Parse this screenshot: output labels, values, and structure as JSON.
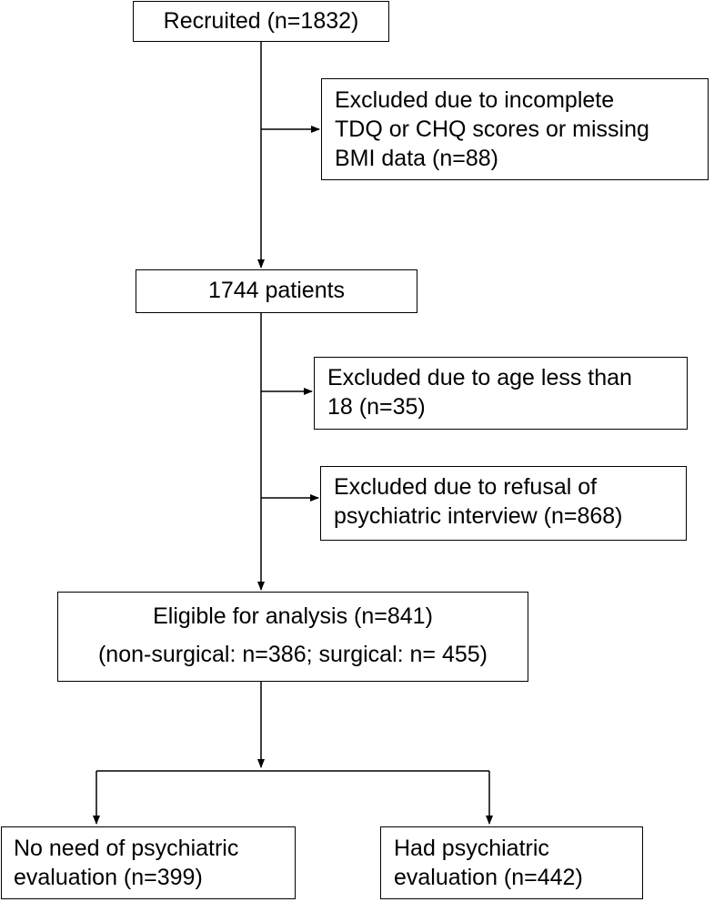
{
  "flowchart": {
    "recruited": "Recruited (n=1832)",
    "excluded_incomplete": [
      "Excluded due to incomplete",
      "TDQ or CHQ scores or missing",
      "BMI data (n=88)"
    ],
    "patients": "1744 patients",
    "excluded_age": [
      "Excluded due to age less than",
      "18 (n=35)"
    ],
    "excluded_refusal": [
      "Excluded due to refusal of",
      "psychiatric interview (n=868)"
    ],
    "eligible": [
      "Eligible for analysis (n=841)",
      "(non-surgical: n=386; surgical: n= 455)"
    ],
    "no_need": [
      "No need of psychiatric",
      "evaluation (n=399)"
    ],
    "had_eval": [
      "Had psychiatric",
      "evaluation (n=442)"
    ]
  }
}
